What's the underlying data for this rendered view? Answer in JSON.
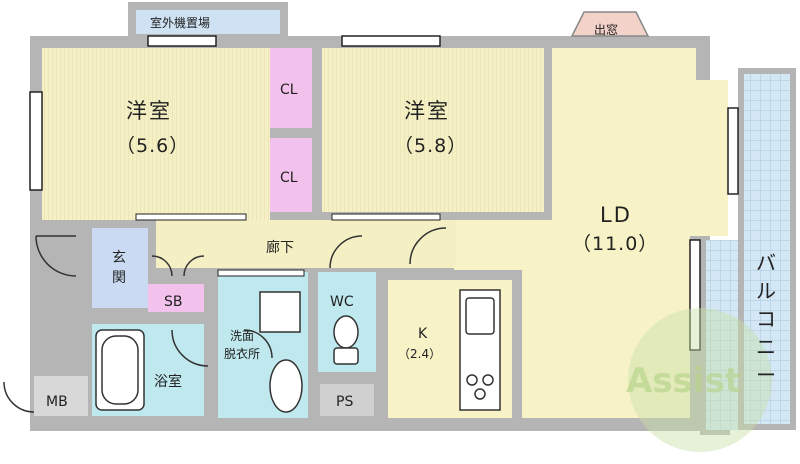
{
  "plan": {
    "rooms": {
      "western_room_1": {
        "name": "洋室",
        "size": "（5.6）"
      },
      "western_room_2": {
        "name": "洋室",
        "size": "（5.8）"
      },
      "ld": {
        "name": "LD",
        "size": "（11.0）"
      },
      "kitchen": {
        "name": "K",
        "size": "（2.4）"
      },
      "closet_1": "CL",
      "closet_2": "CL",
      "entrance": "玄\n関",
      "shoe_box": "SB",
      "corridor": "廊下",
      "washroom": "洗面\n脱衣所",
      "toilet": "WC",
      "bathroom": "浴室",
      "pipe_space": "PS",
      "meter_box": "MB",
      "outdoor_unit": "室外機置場",
      "bay_window": "出窓",
      "balcony": "バルコニー"
    },
    "colors": {
      "western_room": "#f5f0c3",
      "ld": "#f7f3c6",
      "closet": "#f3c2ec",
      "entrance": "#c9daf2",
      "wet_area": "#bfe9ef",
      "balcony": "#d3e7f5",
      "wall": "#b5b5b5",
      "bay_window": "#f3d2c9",
      "outdoor": "#cfe2f3",
      "pipe": "#d0d0d0"
    },
    "watermark": "Assist"
  }
}
